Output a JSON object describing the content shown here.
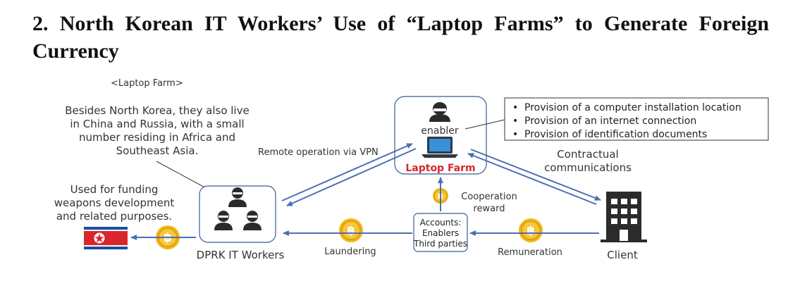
{
  "heading": "2. North Korean IT Workers’ Use of “Laptop Farms” to Generate Foreign Currency",
  "diagram": {
    "caption": "<Laptop Farm>",
    "residence_note": [
      "Besides North Korea, they also live",
      "in China and Russia, with a small",
      "number residing in Africa and",
      "Southeast Asia."
    ],
    "funding_note": [
      "Used for funding",
      "weapons development",
      "and related purposes."
    ],
    "enabler_label": "enabler",
    "laptop_farm_label": "Laptop Farm",
    "enabler_services": [
      "Provision of a computer installation location",
      "Provision of an internet connection",
      "Provision of identification documents"
    ],
    "remote_operation_label": "Remote operation via VPN",
    "contractual_label": [
      "Contractual",
      "communications"
    ],
    "cooperation_label": [
      "Cooperation",
      "reward"
    ],
    "accounts_box": [
      "Accounts:",
      "Enablers",
      "Third parties"
    ],
    "it_workers_label": "DPRK IT Workers",
    "laundering_label": "Laundering",
    "remuneration_label": "Remuneration",
    "client_label": "Client",
    "colors": {
      "arrow": "#4a6fb5",
      "box_border": "#3a5a98",
      "laptop_farm": "#d9262c",
      "coin": "#f2b516",
      "dark_icon": "#2b2b2b"
    },
    "icons": [
      "hacker-icon",
      "laptop-icon",
      "workers-icon",
      "building-icon",
      "bitcoin-icon",
      "north-korea-flag"
    ]
  }
}
